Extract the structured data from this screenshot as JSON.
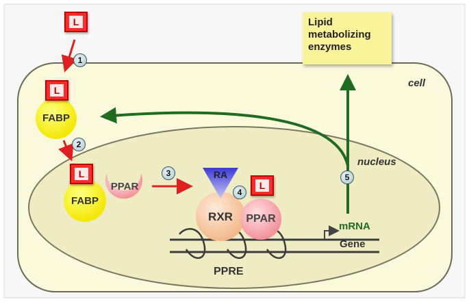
{
  "labels": {
    "cell": "cell",
    "nucleus": "nucleus",
    "lipid_enzymes": "Lipid\nmetabolizing\nenzymes",
    "fabp": "FABP",
    "ppar": "PPAR",
    "rxr": "RXR",
    "ra": "RA",
    "ligand": "L",
    "mrna": "mRNA",
    "gene": "Gene",
    "ppre": "PPRE"
  },
  "steps": [
    "1",
    "2",
    "3",
    "4",
    "5"
  ],
  "colors": {
    "cell_fill": "#fbf9dc",
    "nucleus_fill": "#efecc4",
    "ligand": "#ff2a2a",
    "fabp": "#f8f000",
    "ppar": "#f6a0a8",
    "rxr": "#f6c8a0",
    "ra": "#4a4adf",
    "red_arrow": "#e02020",
    "green_arrow": "#1f6b1f"
  }
}
